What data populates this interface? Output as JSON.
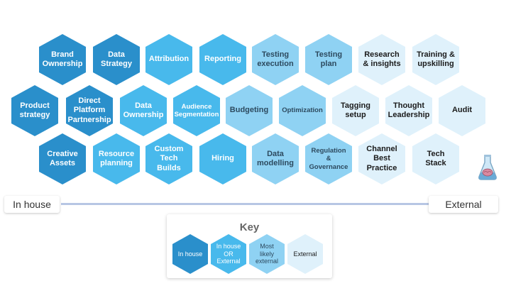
{
  "hexes": [
    {
      "lines": [
        "Brand",
        "Ownership"
      ],
      "tier": 1
    },
    {
      "lines": [
        "Data",
        "Strategy"
      ],
      "tier": 1
    },
    {
      "lines": [
        "Attribution"
      ],
      "tier": 2
    },
    {
      "lines": [
        "Reporting"
      ],
      "tier": 2
    },
    {
      "lines": [
        "Testing",
        "execution"
      ],
      "tier": 3
    },
    {
      "lines": [
        "Testing",
        "plan"
      ],
      "tier": 3
    },
    {
      "lines": [
        "Research",
        "& insights"
      ],
      "tier": 4
    },
    {
      "lines": [
        "Training &",
        "upskilling"
      ],
      "tier": 4
    },
    {
      "lines": [
        "Product",
        "strategy"
      ],
      "tier": 1
    },
    {
      "lines": [
        "Direct",
        "Platform",
        "Partnership"
      ],
      "tier": 1
    },
    {
      "lines": [
        "Data",
        "Ownership"
      ],
      "tier": 2
    },
    {
      "lines": [
        "Audience",
        "Segmentation"
      ],
      "tier": 2,
      "small": true
    },
    {
      "lines": [
        "Budgeting"
      ],
      "tier": 3
    },
    {
      "lines": [
        "Optimization"
      ],
      "tier": 3,
      "small": true
    },
    {
      "lines": [
        "Tagging",
        "setup"
      ],
      "tier": 4
    },
    {
      "lines": [
        "Thought",
        "Leadership"
      ],
      "tier": 4
    },
    {
      "lines": [
        "Audit"
      ],
      "tier": 4
    },
    {
      "lines": [
        "Creative",
        "Assets"
      ],
      "tier": 1
    },
    {
      "lines": [
        "Resource",
        "planning"
      ],
      "tier": 2
    },
    {
      "lines": [
        "Custom",
        "Tech",
        "Builds"
      ],
      "tier": 2
    },
    {
      "lines": [
        "Hiring"
      ],
      "tier": 2
    },
    {
      "lines": [
        "Data",
        "modelling"
      ],
      "tier": 3
    },
    {
      "lines": [
        "Regulation &",
        "Governance"
      ],
      "tier": 3,
      "small": true
    },
    {
      "lines": [
        "Channel",
        "Best",
        "Practice"
      ],
      "tier": 4
    },
    {
      "lines": [
        "Tech Stack"
      ],
      "tier": 4
    }
  ],
  "axis": {
    "left": "In house",
    "right": "External"
  },
  "key": {
    "title": "Key",
    "items": [
      {
        "lines": [
          "In house"
        ],
        "tier": 1
      },
      {
        "lines": [
          "In house",
          "OR",
          "External"
        ],
        "tier": 2
      },
      {
        "lines": [
          "Most",
          "likely",
          "external"
        ],
        "tier": 3
      },
      {
        "lines": [
          "External"
        ],
        "tier": 4
      }
    ]
  },
  "colors": {
    "tier1": "#2a8fcb",
    "tier2": "#48b9ec",
    "tier3": "#8fd2f3",
    "tier4": "#dff1fb",
    "axis_line": "#b7c6e4"
  },
  "icons": {
    "corner_image": "flask-brain-icon"
  }
}
